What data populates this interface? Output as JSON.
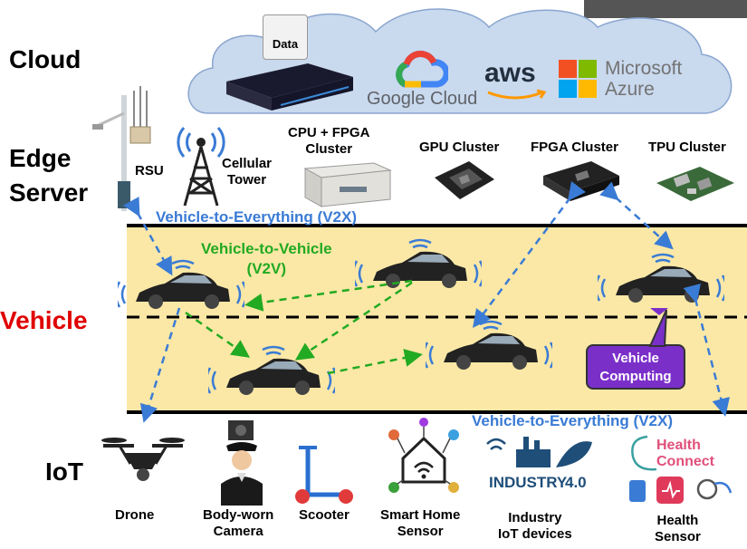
{
  "tiers": {
    "cloud": "Cloud",
    "edge_line1": "Edge",
    "edge_line2": "Server",
    "vehicle": "Vehicle",
    "iot": "IoT"
  },
  "cloud": {
    "data_label": "Data",
    "google_cloud": "Google Cloud",
    "aws": "aws",
    "microsoft": "Microsoft",
    "azure": "Azure"
  },
  "edge": {
    "rsu": "RSU",
    "cellular_line1": "Cellular",
    "cellular_line2": "Tower",
    "cpu_fpga_line1": "CPU + FPGA",
    "cpu_fpga_line2": "Cluster",
    "gpu": "GPU Cluster",
    "fpga": "FPGA Cluster",
    "tpu": "TPU Cluster"
  },
  "links": {
    "v2x_top": "Vehicle-to-Everything (V2X)",
    "v2v_line1": "Vehicle-to-Vehicle",
    "v2v_line2": "(V2V)",
    "v2x_bottom": "Vehicle-to-Everything (V2X)",
    "vehicle_computing_line1": "Vehicle",
    "vehicle_computing_line2": "Computing"
  },
  "iot": {
    "drone": "Drone",
    "camera_line1": "Body-worn",
    "camera_line2": "Camera",
    "scooter": "Scooter",
    "smart_home_line1": "Smart Home",
    "smart_home_line2": "Sensor",
    "industry_logo_line1": "INDUSTRY",
    "industry_logo_line2": "4.0",
    "industry_line1": "Industry",
    "industry_line2": "IoT devices",
    "health_logo_line1": "Health",
    "health_logo_line2": "Connect",
    "health_line1": "Health",
    "health_line2": "Sensor"
  },
  "colors": {
    "road": "#fce8a6",
    "cloud_fill": "#c9d9ee",
    "v2x": "#3a7bd5",
    "v2v": "#22aa22",
    "vehicle_text": "#e00000",
    "callout": "#7b2fc9"
  }
}
